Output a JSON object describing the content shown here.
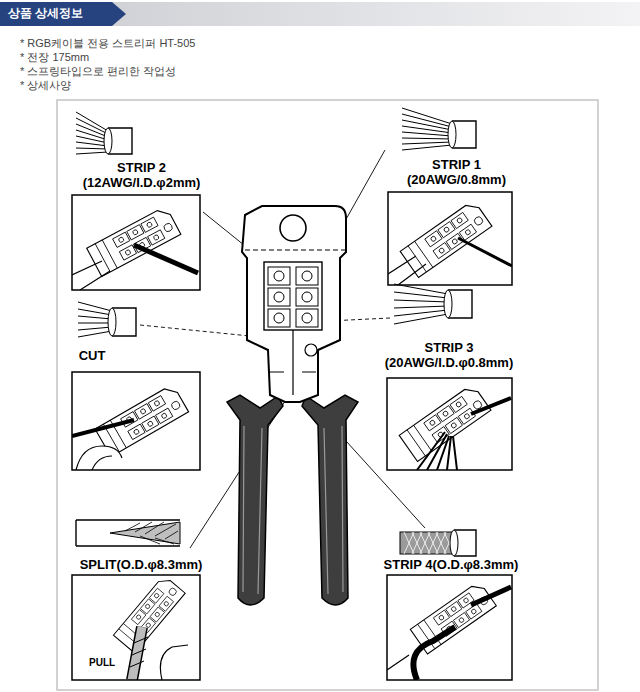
{
  "diagram": {
    "title": "상품 상세정보",
    "labels": [
      "* RGB케이블 전용 스트리퍼 HT-505",
      "* 전장 175mm",
      "* 스프링타입으로 편리한 작업성",
      "* 상세사양",
      "STRIP 2 (12AWG/I.D.φ2mm)",
      "STRIP 1 (20AWG/0.8mm)",
      "CUT",
      "STRIP 3 (20AWG/I.D.φ0.8mm)",
      "SPLIT(O.D.φ8.3mm)",
      "STRIP 4(O.D.φ8.3mm)",
      "PULL"
    ]
  }
}
